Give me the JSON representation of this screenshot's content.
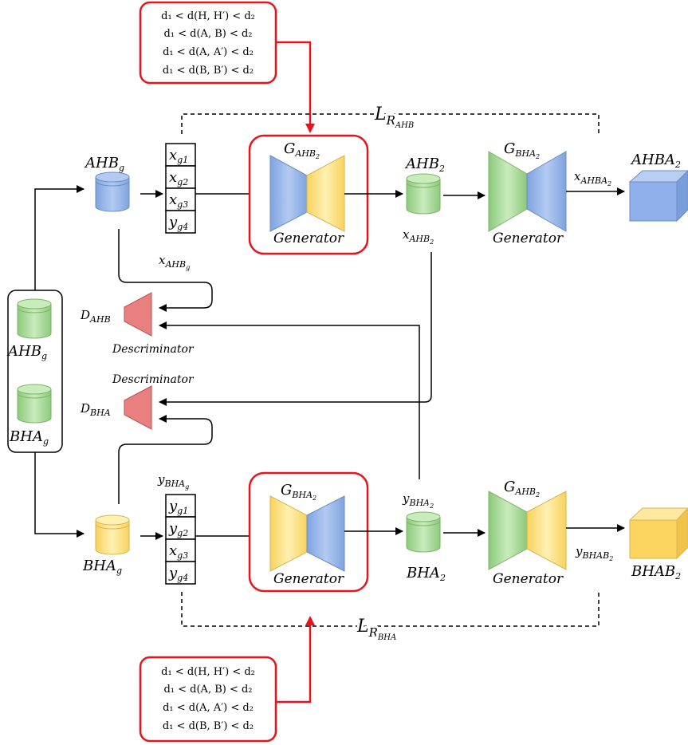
{
  "constraint_box_top": {
    "lines": [
      "d₁ < d(H, H′) < d₂",
      "d₁ < d(A, B) < d₂",
      "d₁ < d(A, A′) < d₂",
      "d₁ < d(B, B′) < d₂"
    ]
  },
  "constraint_box_bottom": {
    "lines": [
      "d₁ < d(H, H′) < d₂",
      "d₁ < d(A, B) < d₂",
      "d₁ < d(A, A′) < d₂",
      "d₁ < d(B, B′) < d₂"
    ]
  },
  "loss_top": {
    "main": "L",
    "sub": "R",
    "subsub": "AHB"
  },
  "loss_bottom": {
    "main": "L",
    "sub": "R",
    "subsub": "BHA"
  },
  "top_path": {
    "source": {
      "main": "AHB",
      "sub": "g"
    },
    "vector_cells": [
      {
        "main": "x",
        "sub": "g1"
      },
      {
        "main": "x",
        "sub": "g2"
      },
      {
        "main": "x",
        "sub": "g3"
      },
      {
        "main": "y",
        "sub": "g4"
      }
    ],
    "vector_label": {
      "main": "x",
      "sub": "AHB",
      "subsub": "g"
    },
    "generator1": {
      "main": "G",
      "sub": "AHB",
      "subsub": "2",
      "caption": "Generator"
    },
    "intermediate": {
      "main": "AHB",
      "sub": "2"
    },
    "intermediate_label": {
      "main": "x",
      "sub": "AHB",
      "subsub": "2"
    },
    "generator2": {
      "main": "G",
      "sub": "BHA",
      "subsub": "2",
      "caption": "Generator"
    },
    "output_edge_label": {
      "main": "x",
      "sub": "AHBA",
      "subsub": "2"
    },
    "output": {
      "main": "AHBA",
      "sub": "2"
    }
  },
  "bottom_path": {
    "source": {
      "main": "BHA",
      "sub": "g"
    },
    "vector_cells": [
      {
        "main": "y",
        "sub": "g1"
      },
      {
        "main": "y",
        "sub": "g2"
      },
      {
        "main": "x",
        "sub": "g3"
      },
      {
        "main": "y",
        "sub": "g4"
      }
    ],
    "vector_label": {
      "main": "y",
      "sub": "BHA",
      "subsub": "g"
    },
    "generator1": {
      "main": "G",
      "sub": "BHA",
      "subsub": "2",
      "caption": "Generator"
    },
    "intermediate": {
      "main": "BHA",
      "sub": "2"
    },
    "intermediate_label": {
      "main": "y",
      "sub": "BHA",
      "subsub": "2"
    },
    "generator2": {
      "main": "G",
      "sub": "AHB",
      "subsub": "2",
      "caption": "Generator"
    },
    "output_edge_label": {
      "main": "y",
      "sub": "BHAB",
      "subsub": "2"
    },
    "output": {
      "main": "BHAB",
      "sub": "2"
    }
  },
  "discriminators": [
    {
      "main": "D",
      "sub": "AHB",
      "caption": "Descriminator"
    },
    {
      "main": "D",
      "sub": "BHA",
      "caption": "Descriminator"
    }
  ],
  "dataset_group": [
    {
      "main": "AHB",
      "sub": "g"
    },
    {
      "main": "BHA",
      "sub": "g"
    }
  ],
  "colors": {
    "red": "#e8141c",
    "blue_fill": "#9bb7e8",
    "blue_stroke": "#6c8ebf",
    "yellow_fill": "#fde17e",
    "yellow_stroke": "#d6b656",
    "green_fill": "#a8d89a",
    "green_stroke": "#82b366",
    "red_fill": "#e98080",
    "red_stroke": "#b85450"
  }
}
